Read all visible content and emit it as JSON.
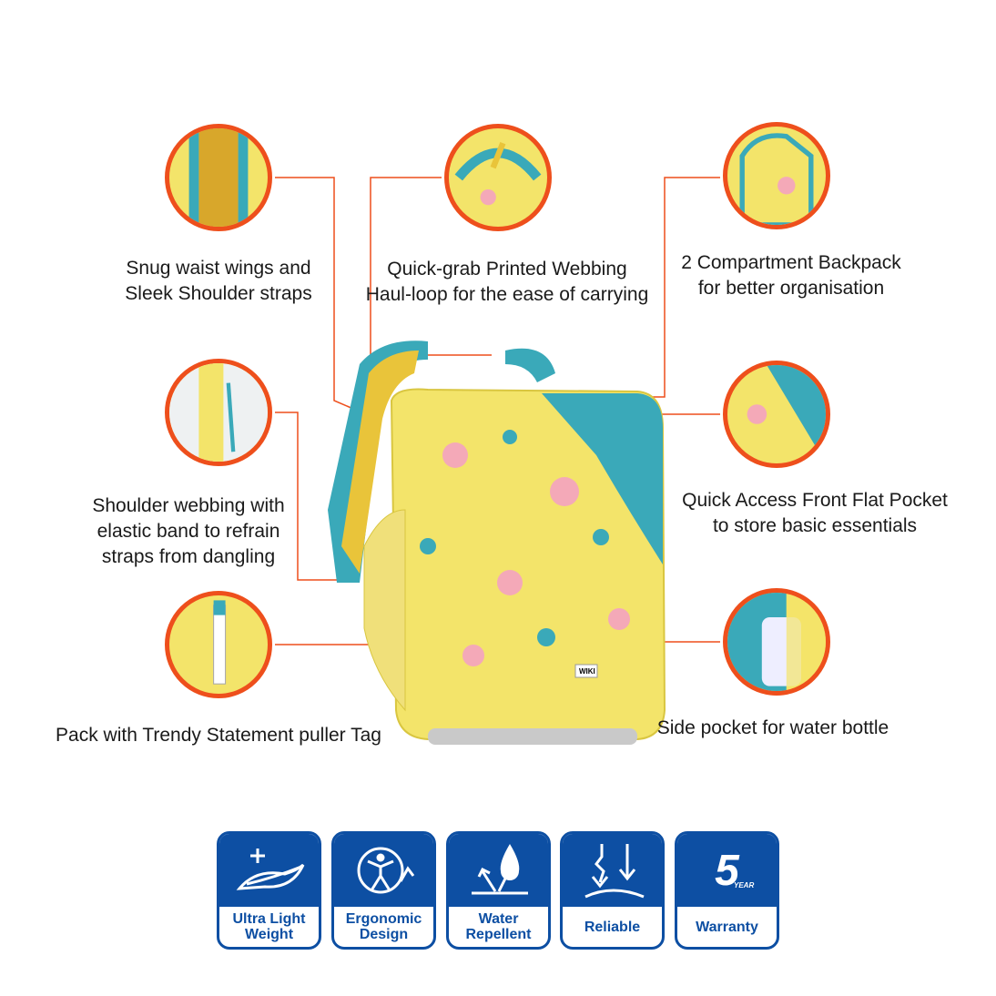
{
  "features": {
    "waist_wings": [
      "Snug waist wings and",
      "Sleek Shoulder straps"
    ],
    "haul_loop": [
      "Quick-grab Printed Webbing",
      "Haul-loop for the ease of carrying"
    ],
    "compartments": [
      "2 Compartment Backpack",
      "for better organisation"
    ],
    "shoulder_webbing": [
      "Shoulder webbing with",
      "elastic band to refrain",
      "straps from dangling"
    ],
    "front_pocket": [
      "Quick Access Front Flat Pocket",
      "to store basic essentials"
    ],
    "puller_tag": [
      "Pack with Trendy Statement puller Tag"
    ],
    "side_pocket": [
      "Side pocket for water bottle"
    ]
  },
  "badges": [
    {
      "label1": "Ultra Light",
      "label2": "Weight",
      "icon": "feather-plus-icon"
    },
    {
      "label1": "Ergonomic",
      "label2": "Design",
      "icon": "ergonomic-person-icon"
    },
    {
      "label1": "Water",
      "label2": "Repellent",
      "icon": "water-drop-icon"
    },
    {
      "label1": "Reliable",
      "label2": "",
      "icon": "arrows-down-icon"
    },
    {
      "label1": "Warranty",
      "label2": "",
      "icon": "five-year-icon",
      "icon_text": "5",
      "icon_sub": "YEAR"
    }
  ],
  "brand": "WIKI",
  "colors": {
    "accent": "#ee4f1c",
    "badge_blue": "#0d4fa3",
    "bag_yellow": "#f3e46a",
    "bag_teal": "#3aa9b9"
  }
}
